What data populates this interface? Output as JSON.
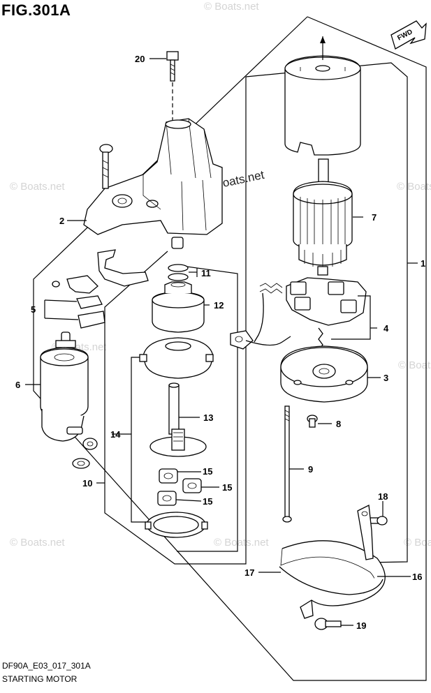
{
  "figure": {
    "title": "FIG.301A",
    "code": "DF90A_E03_017_301A",
    "caption": "STARTING MOTOR"
  },
  "direction_badge": "FWD",
  "watermark": {
    "main": "© Boats.net",
    "faint": "© Boats.net"
  },
  "callouts": {
    "c1": "1",
    "c2": "2",
    "c3": "3",
    "c4": "4",
    "c5": "5",
    "c6": "6",
    "c7": "7",
    "c8": "8",
    "c9": "9",
    "c10": "10",
    "c11": "11",
    "c12": "12",
    "c13": "13",
    "c14": "14",
    "c15a": "15",
    "c15b": "15",
    "c15c": "15",
    "c16": "16",
    "c17": "17",
    "c18": "18",
    "c19": "19",
    "c20": "20"
  }
}
